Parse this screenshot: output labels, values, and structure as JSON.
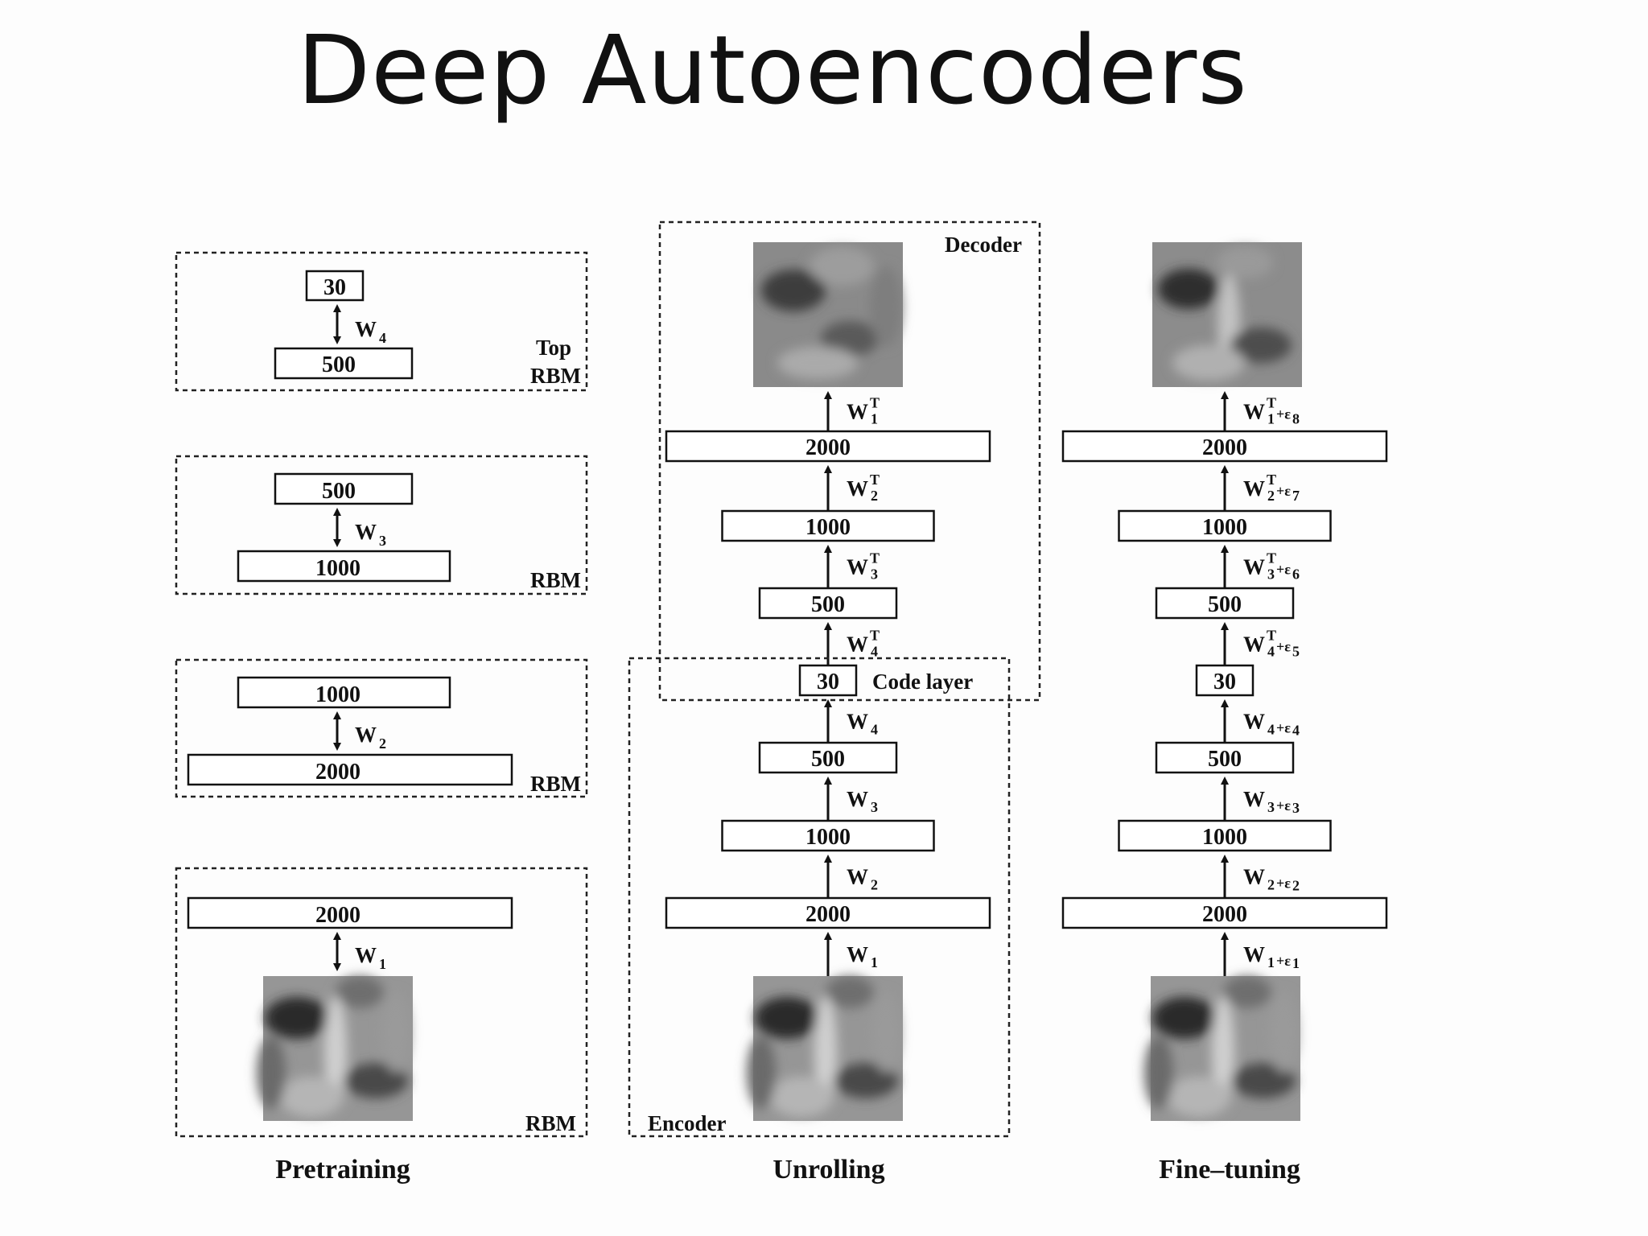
{
  "title": "Deep Autoencoders",
  "columns": {
    "pretraining": {
      "caption": "Pretraining",
      "rbm_top": {
        "label_line1": "Top",
        "label_line2": "RBM",
        "upper": "30",
        "lower": "500",
        "weight": "W",
        "weight_sub": "4"
      },
      "rbm_3": {
        "label": "RBM",
        "upper": "500",
        "lower": "1000",
        "weight": "W",
        "weight_sub": "3"
      },
      "rbm_2": {
        "label": "RBM",
        "upper": "1000",
        "lower": "2000",
        "weight": "W",
        "weight_sub": "2"
      },
      "rbm_1": {
        "label": "RBM",
        "upper": "2000",
        "weight": "W",
        "weight_sub": "1"
      }
    },
    "unrolling": {
      "caption": "Unrolling",
      "decoder_label": "Decoder",
      "encoder_label": "Encoder",
      "code_layer_label": "Code layer",
      "layers": [
        "2000",
        "1000",
        "500",
        "30",
        "500",
        "1000",
        "2000"
      ],
      "weights": [
        {
          "w": "W",
          "sub": "1",
          "sup": ""
        },
        {
          "w": "W",
          "sub": "2",
          "sup": ""
        },
        {
          "w": "W",
          "sub": "3",
          "sup": ""
        },
        {
          "w": "W",
          "sub": "4",
          "sup": ""
        },
        {
          "w": "W",
          "sub": "4",
          "sup": "T"
        },
        {
          "w": "W",
          "sub": "3",
          "sup": "T"
        },
        {
          "w": "W",
          "sub": "2",
          "sup": "T"
        },
        {
          "w": "W",
          "sub": "1",
          "sup": "T"
        }
      ]
    },
    "finetuning": {
      "caption": "Fine–tuning",
      "layers": [
        "2000",
        "1000",
        "500",
        "30",
        "500",
        "1000",
        "2000"
      ],
      "weights": [
        {
          "w": "W",
          "sub": "1",
          "sup": "",
          "eps": "+ε",
          "eps_sub": "1"
        },
        {
          "w": "W",
          "sub": "2",
          "sup": "",
          "eps": "+ε",
          "eps_sub": "2"
        },
        {
          "w": "W",
          "sub": "3",
          "sup": "",
          "eps": "+ε",
          "eps_sub": "3"
        },
        {
          "w": "W",
          "sub": "4",
          "sup": "",
          "eps": "+ε",
          "eps_sub": "4"
        },
        {
          "w": "W",
          "sub": "4",
          "sup": "T",
          "eps": "+ε",
          "eps_sub": "5"
        },
        {
          "w": "W",
          "sub": "3",
          "sup": "T",
          "eps": "+ε",
          "eps_sub": "6"
        },
        {
          "w": "W",
          "sub": "2",
          "sup": "T",
          "eps": "+ε",
          "eps_sub": "7"
        },
        {
          "w": "W",
          "sub": "1",
          "sup": "T",
          "eps": "+ε",
          "eps_sub": "8"
        }
      ]
    }
  }
}
